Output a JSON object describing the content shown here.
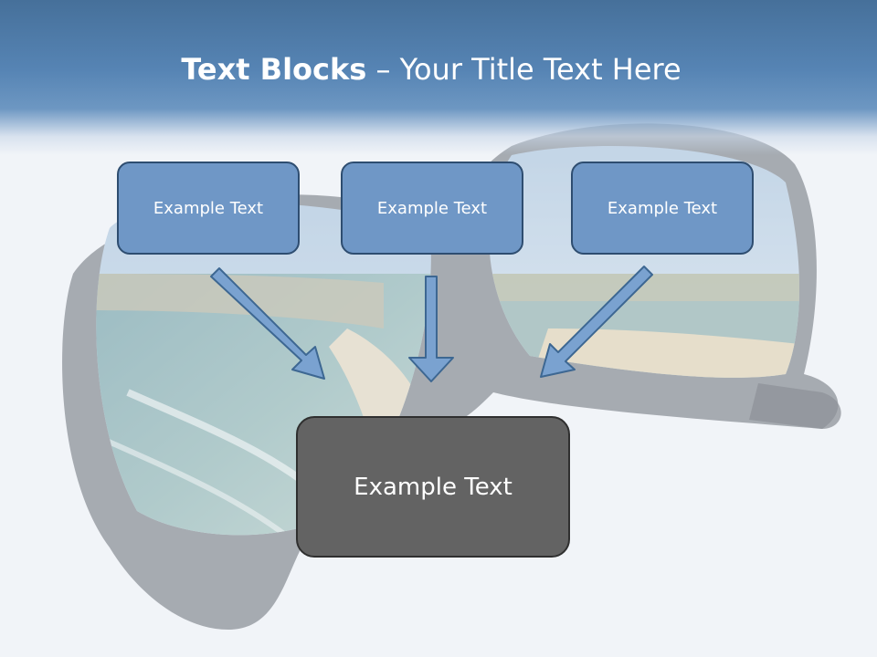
{
  "slide": {
    "title_bold": "Text Blocks",
    "title_rest": "– Your Title Text Here"
  },
  "diagram": {
    "boxes_top": [
      {
        "text": "Example Text"
      },
      {
        "text": "Example Text"
      },
      {
        "text": "Example Text"
      }
    ],
    "box_bottom": {
      "text": "Example Text"
    }
  },
  "colors": {
    "title_band": "#5684b4",
    "top_box_fill": "#6f97c6",
    "top_box_border": "#2e4d70",
    "bottom_box_fill": "#636363",
    "bottom_box_border": "#2f2f2f",
    "arrow_fill": "#7aa2d0",
    "arrow_stroke": "#3d6792"
  },
  "background_image": "sunglasses-beach-reflection"
}
